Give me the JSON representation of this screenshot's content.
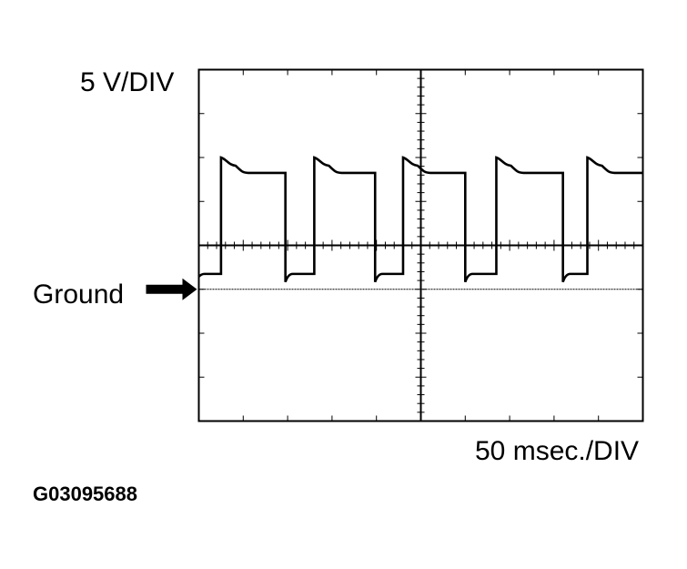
{
  "chart_data": {
    "type": "line",
    "volts_per_div": "5 V/DIV",
    "time_per_div": "50 msec./DIV",
    "ground_label": "Ground",
    "figure_id": "G03095688",
    "grid": true,
    "divisions": {
      "x": 10,
      "y": 8
    },
    "y_range_div": [
      -4,
      4
    ],
    "x_range_div": [
      0,
      10
    ],
    "ground_level_div": -1,
    "low_level_div": -0.65,
    "high_level_div": 1.65,
    "overshoot_div": 2.0,
    "series": [
      {
        "pulses": [
          {
            "rise_div": 0.5,
            "fall_div": 1.95
          },
          {
            "rise_div": 2.6,
            "fall_div": 3.97
          },
          {
            "rise_div": 4.6,
            "fall_div": 6.0
          },
          {
            "rise_div": 6.7,
            "fall_div": 8.2
          },
          {
            "rise_div": 8.75,
            "fall_div": 10.0
          }
        ]
      }
    ],
    "colors": {
      "trace": "#000000",
      "grid": "#000000",
      "background": "#ffffff"
    }
  }
}
